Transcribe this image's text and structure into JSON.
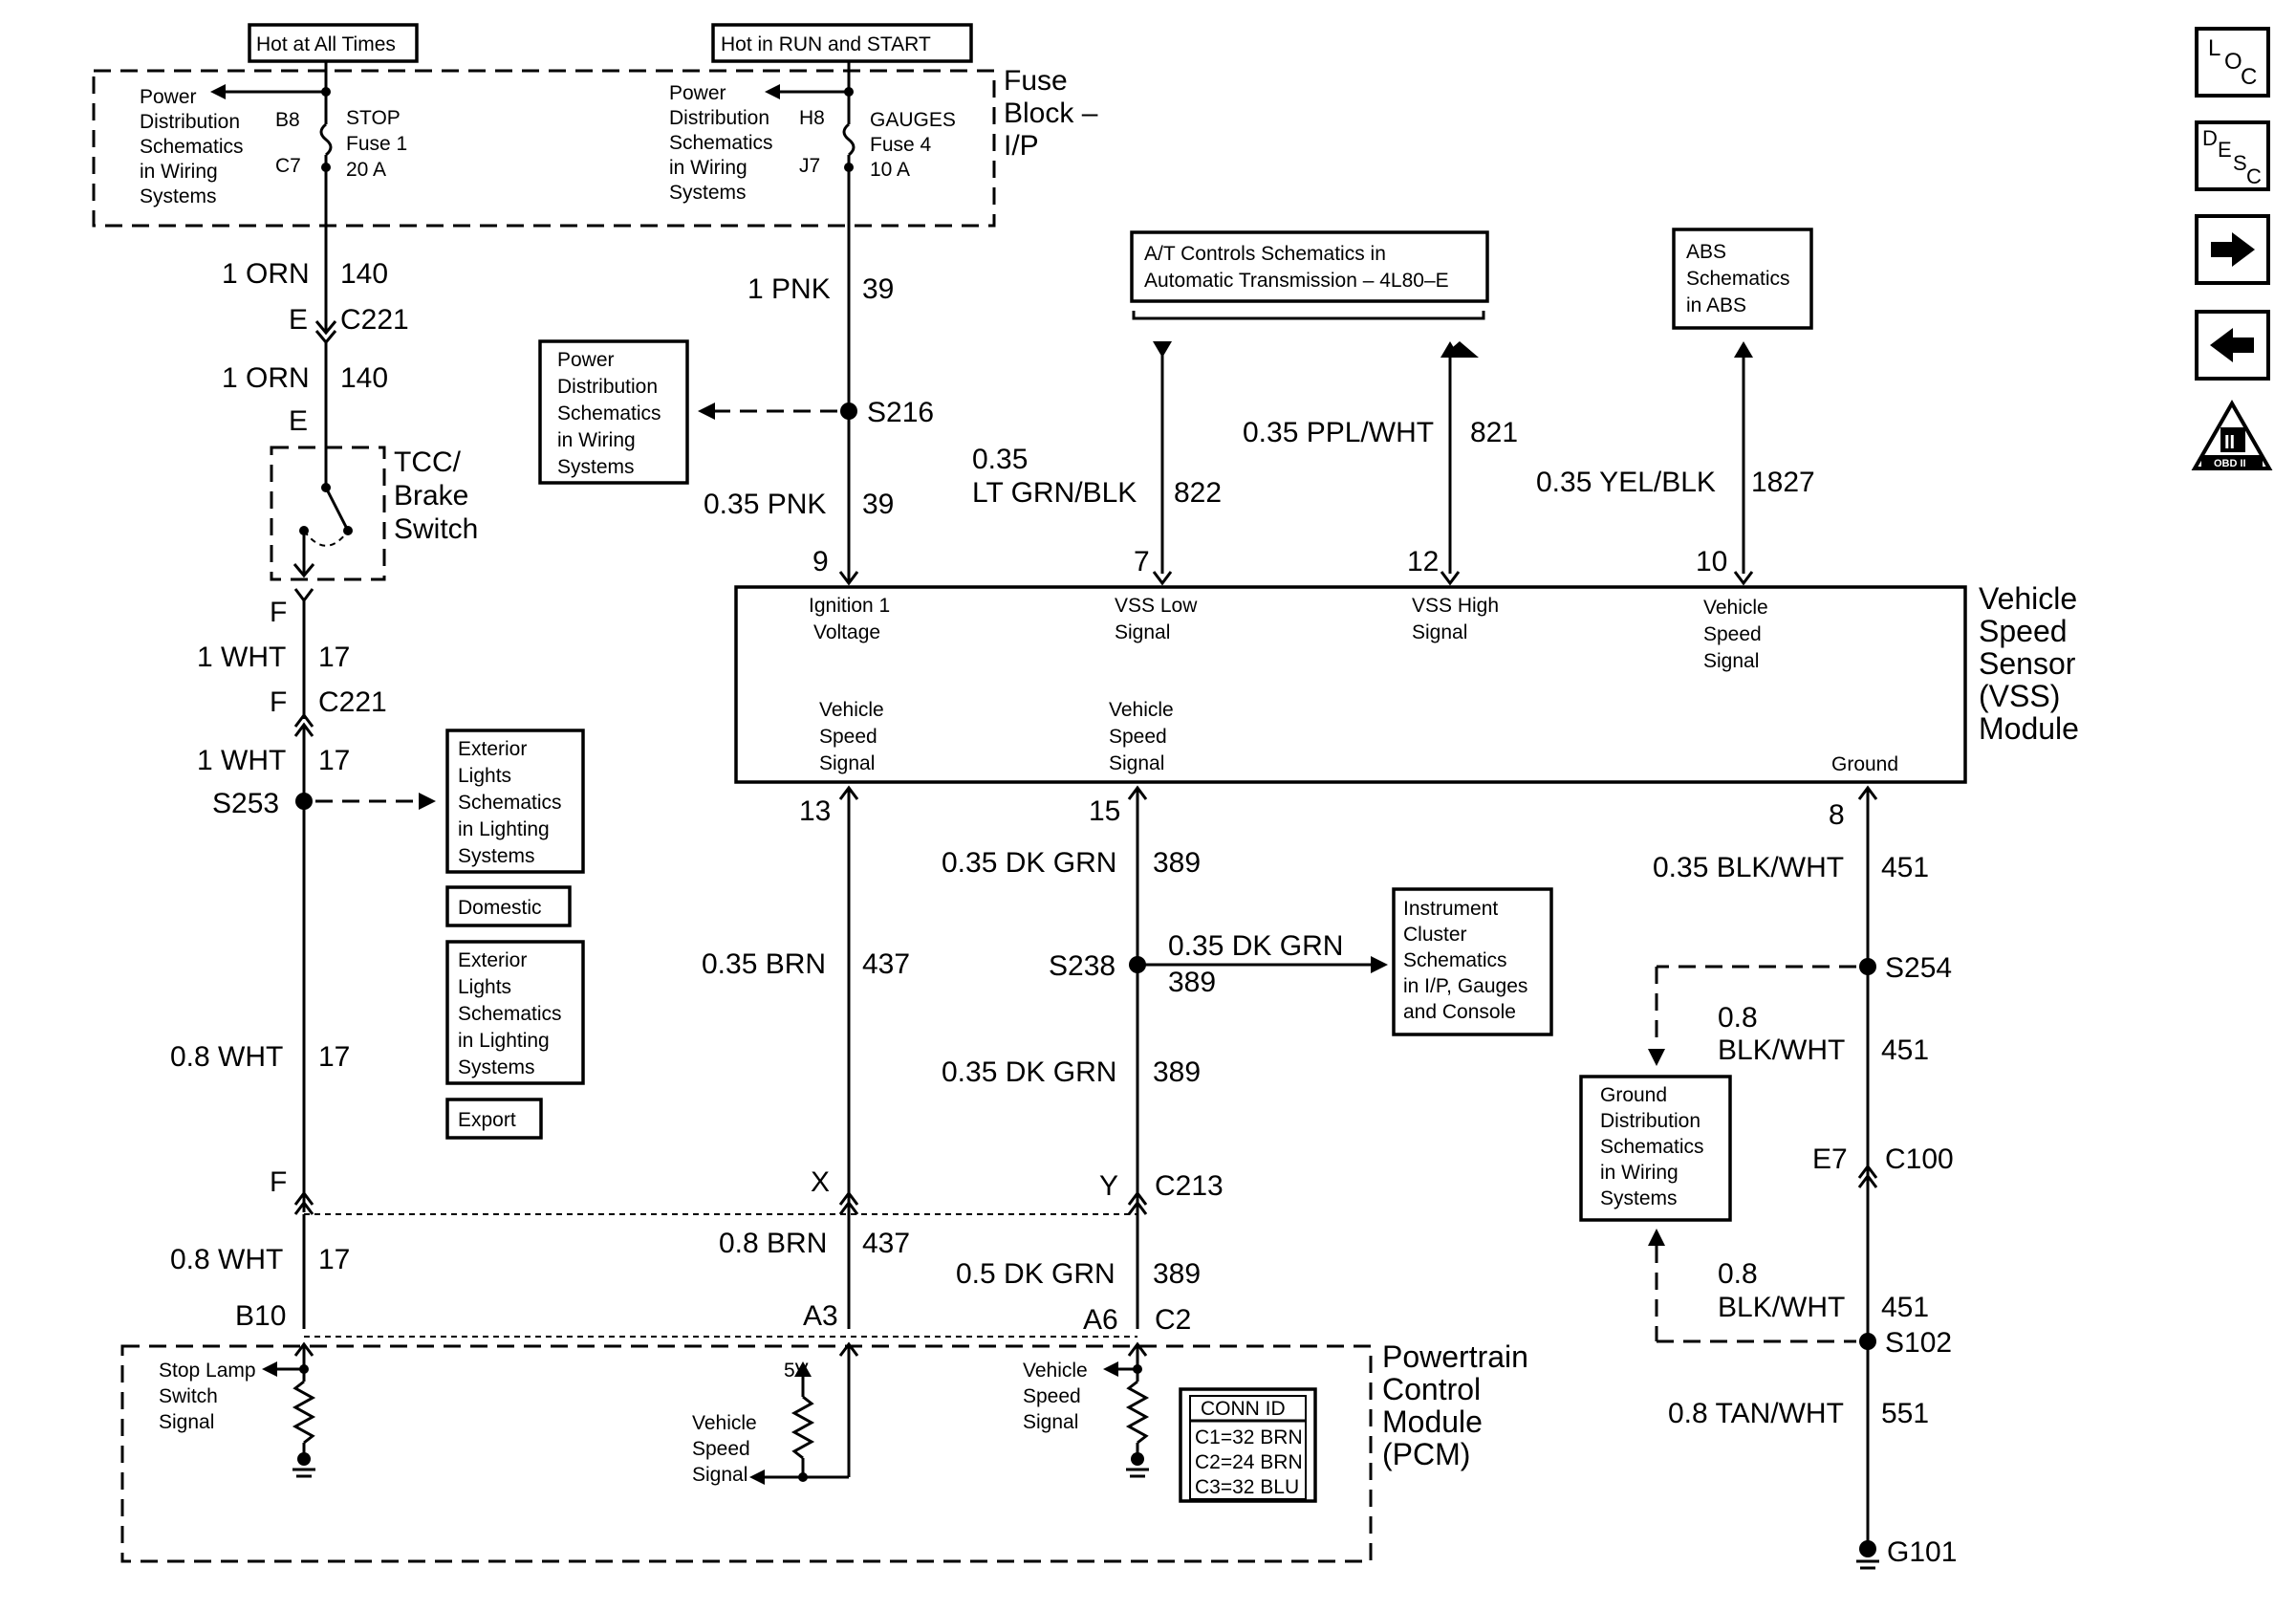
{
  "sources": {
    "hot_all_times": "Hot at All Times",
    "hot_run_start": "Hot in RUN and START"
  },
  "fuse_block": {
    "title": [
      "Fuse",
      "Block –",
      "I/P"
    ],
    "left_ref": [
      "Power",
      "Distribution",
      "Schematics",
      "in Wiring",
      "Systems"
    ],
    "left_pins": [
      "B8",
      "C7"
    ],
    "left_fuse": [
      "STOP",
      "Fuse 1",
      "20 A"
    ],
    "right_ref": [
      "Power",
      "Distribution",
      "Schematics",
      "in Wiring",
      "Systems"
    ],
    "right_pins": [
      "H8",
      "J7"
    ],
    "right_fuse": [
      "GAUGES",
      "Fuse 4",
      "10 A"
    ]
  },
  "left_branch": {
    "wire_top_size": "1 ORN",
    "wire_top_circ": "140",
    "conn_e1": "E",
    "conn_c221_a": "C221",
    "wire_mid_size": "1 ORN",
    "wire_mid_circ": "140",
    "conn_e2": "E",
    "switch_label": [
      "TCC/",
      "Brake",
      "Switch"
    ],
    "conn_f1": "F",
    "wire_wht_size": "1 WHT",
    "wire_wht_circ": "17",
    "conn_f2": "F",
    "conn_c221_b": "C221",
    "wire_wht2_size": "1 WHT",
    "wire_wht2_circ": "17",
    "splice": "S253",
    "ext_lights_1": [
      "Exterior",
      "Lights",
      "Schematics",
      "in Lighting",
      "Systems"
    ],
    "domestic": "Domestic",
    "ext_lights_2": [
      "Exterior",
      "Lights",
      "Schematics",
      "in Lighting",
      "Systems"
    ],
    "export": "Export",
    "wire_08_size": "0.8 WHT",
    "wire_08_circ": "17",
    "conn_f3": "F",
    "wire_08b_size": "0.8 WHT",
    "wire_08b_circ": "17",
    "pin_b10": "B10"
  },
  "ign_branch": {
    "wire_pnk_size": "1 PNK",
    "wire_pnk_circ": "39",
    "pd_ref": [
      "Power",
      "Distribution",
      "Schematics",
      "in Wiring",
      "Systems"
    ],
    "splice": "S216",
    "wire_035_size": "0.35 PNK",
    "wire_035_circ": "39"
  },
  "vss_module": {
    "title": [
      "Vehicle",
      "Speed",
      "Sensor",
      "(VSS)",
      "Module"
    ],
    "pin_9": "9",
    "pin_7": "7",
    "pin_12": "12",
    "pin_10": "10",
    "pin_13": "13",
    "pin_15": "15",
    "pin_8": "8",
    "ign_label": [
      "Ignition 1",
      "Voltage"
    ],
    "vss_low_label": [
      "VSS Low",
      "Signal"
    ],
    "vss_high_label": [
      "VSS High",
      "Signal"
    ],
    "vss_sig_label": [
      "Vehicle",
      "Speed",
      "Signal"
    ],
    "out13_label": [
      "Vehicle",
      "Speed",
      "Signal"
    ],
    "out15_label": [
      "Vehicle",
      "Speed",
      "Signal"
    ],
    "ground_label": "Ground"
  },
  "at_controls": [
    "A/T Controls Schematics in",
    "Automatic Transmission – 4L80–E"
  ],
  "wire_822": {
    "size_1": "0.35",
    "size_2": "LT GRN/BLK",
    "circ": "822"
  },
  "wire_821": {
    "size": "0.35 PPL/WHT",
    "circ": "821"
  },
  "abs_ref": [
    "ABS",
    "Schematics",
    "in ABS"
  ],
  "wire_1827": {
    "size": "0.35 YEL/BLK",
    "circ": "1827"
  },
  "brn_branch": {
    "size": "0.35 BRN",
    "circ": "437",
    "conn_x": "X",
    "size2": "0.8 BRN",
    "circ2": "437",
    "pin_a3": "A3"
  },
  "grn_branch": {
    "size1": "0.35 DK GRN",
    "circ1": "389",
    "splice": "S238",
    "branch_size": "0.35 DK GRN",
    "branch_circ": "389",
    "size2": "0.35 DK GRN",
    "circ2": "389",
    "conn_y": "Y",
    "conn_c213": "C213",
    "size3": "0.5 DK GRN",
    "circ3": "389",
    "pin_a6": "A6",
    "conn_c2": "C2"
  },
  "instrument_ref": [
    "Instrument",
    "Cluster",
    "Schematics",
    "in I/P, Gauges",
    "and Console"
  ],
  "ground_branch": {
    "size1": "0.35 BLK/WHT",
    "circ1": "451",
    "splice_s254": "S254",
    "size2_a": "0.8",
    "size2_b": "BLK/WHT",
    "circ2": "451",
    "ground_ref": [
      "Ground",
      "Distribution",
      "Schematics",
      "in Wiring",
      "Systems"
    ],
    "conn_e7": "E7",
    "conn_c100": "C100",
    "size3_a": "0.8",
    "size3_b": "BLK/WHT",
    "circ3": "451",
    "splice_s102": "S102",
    "size4": "0.8 TAN/WHT",
    "circ4": "551",
    "ground_g101": "G101"
  },
  "pcm": {
    "title": [
      "Powertrain",
      "Control",
      "Module",
      "(PCM)"
    ],
    "stop_lamp": [
      "Stop Lamp",
      "Switch",
      "Signal"
    ],
    "five_v": "5V",
    "vss_in": [
      "Vehicle",
      "Speed",
      "Signal"
    ],
    "vss_out": [
      "Vehicle",
      "Speed",
      "Signal"
    ],
    "conn_id": [
      "CONN ID",
      "C1=32 BRN",
      "C2=24 BRN",
      "C3=32 BLU"
    ]
  },
  "nav": {
    "loc": [
      "L",
      "O",
      "C"
    ],
    "desc": [
      "D",
      "E",
      "S",
      "C"
    ],
    "obd": [
      "II",
      "OBD II"
    ]
  }
}
